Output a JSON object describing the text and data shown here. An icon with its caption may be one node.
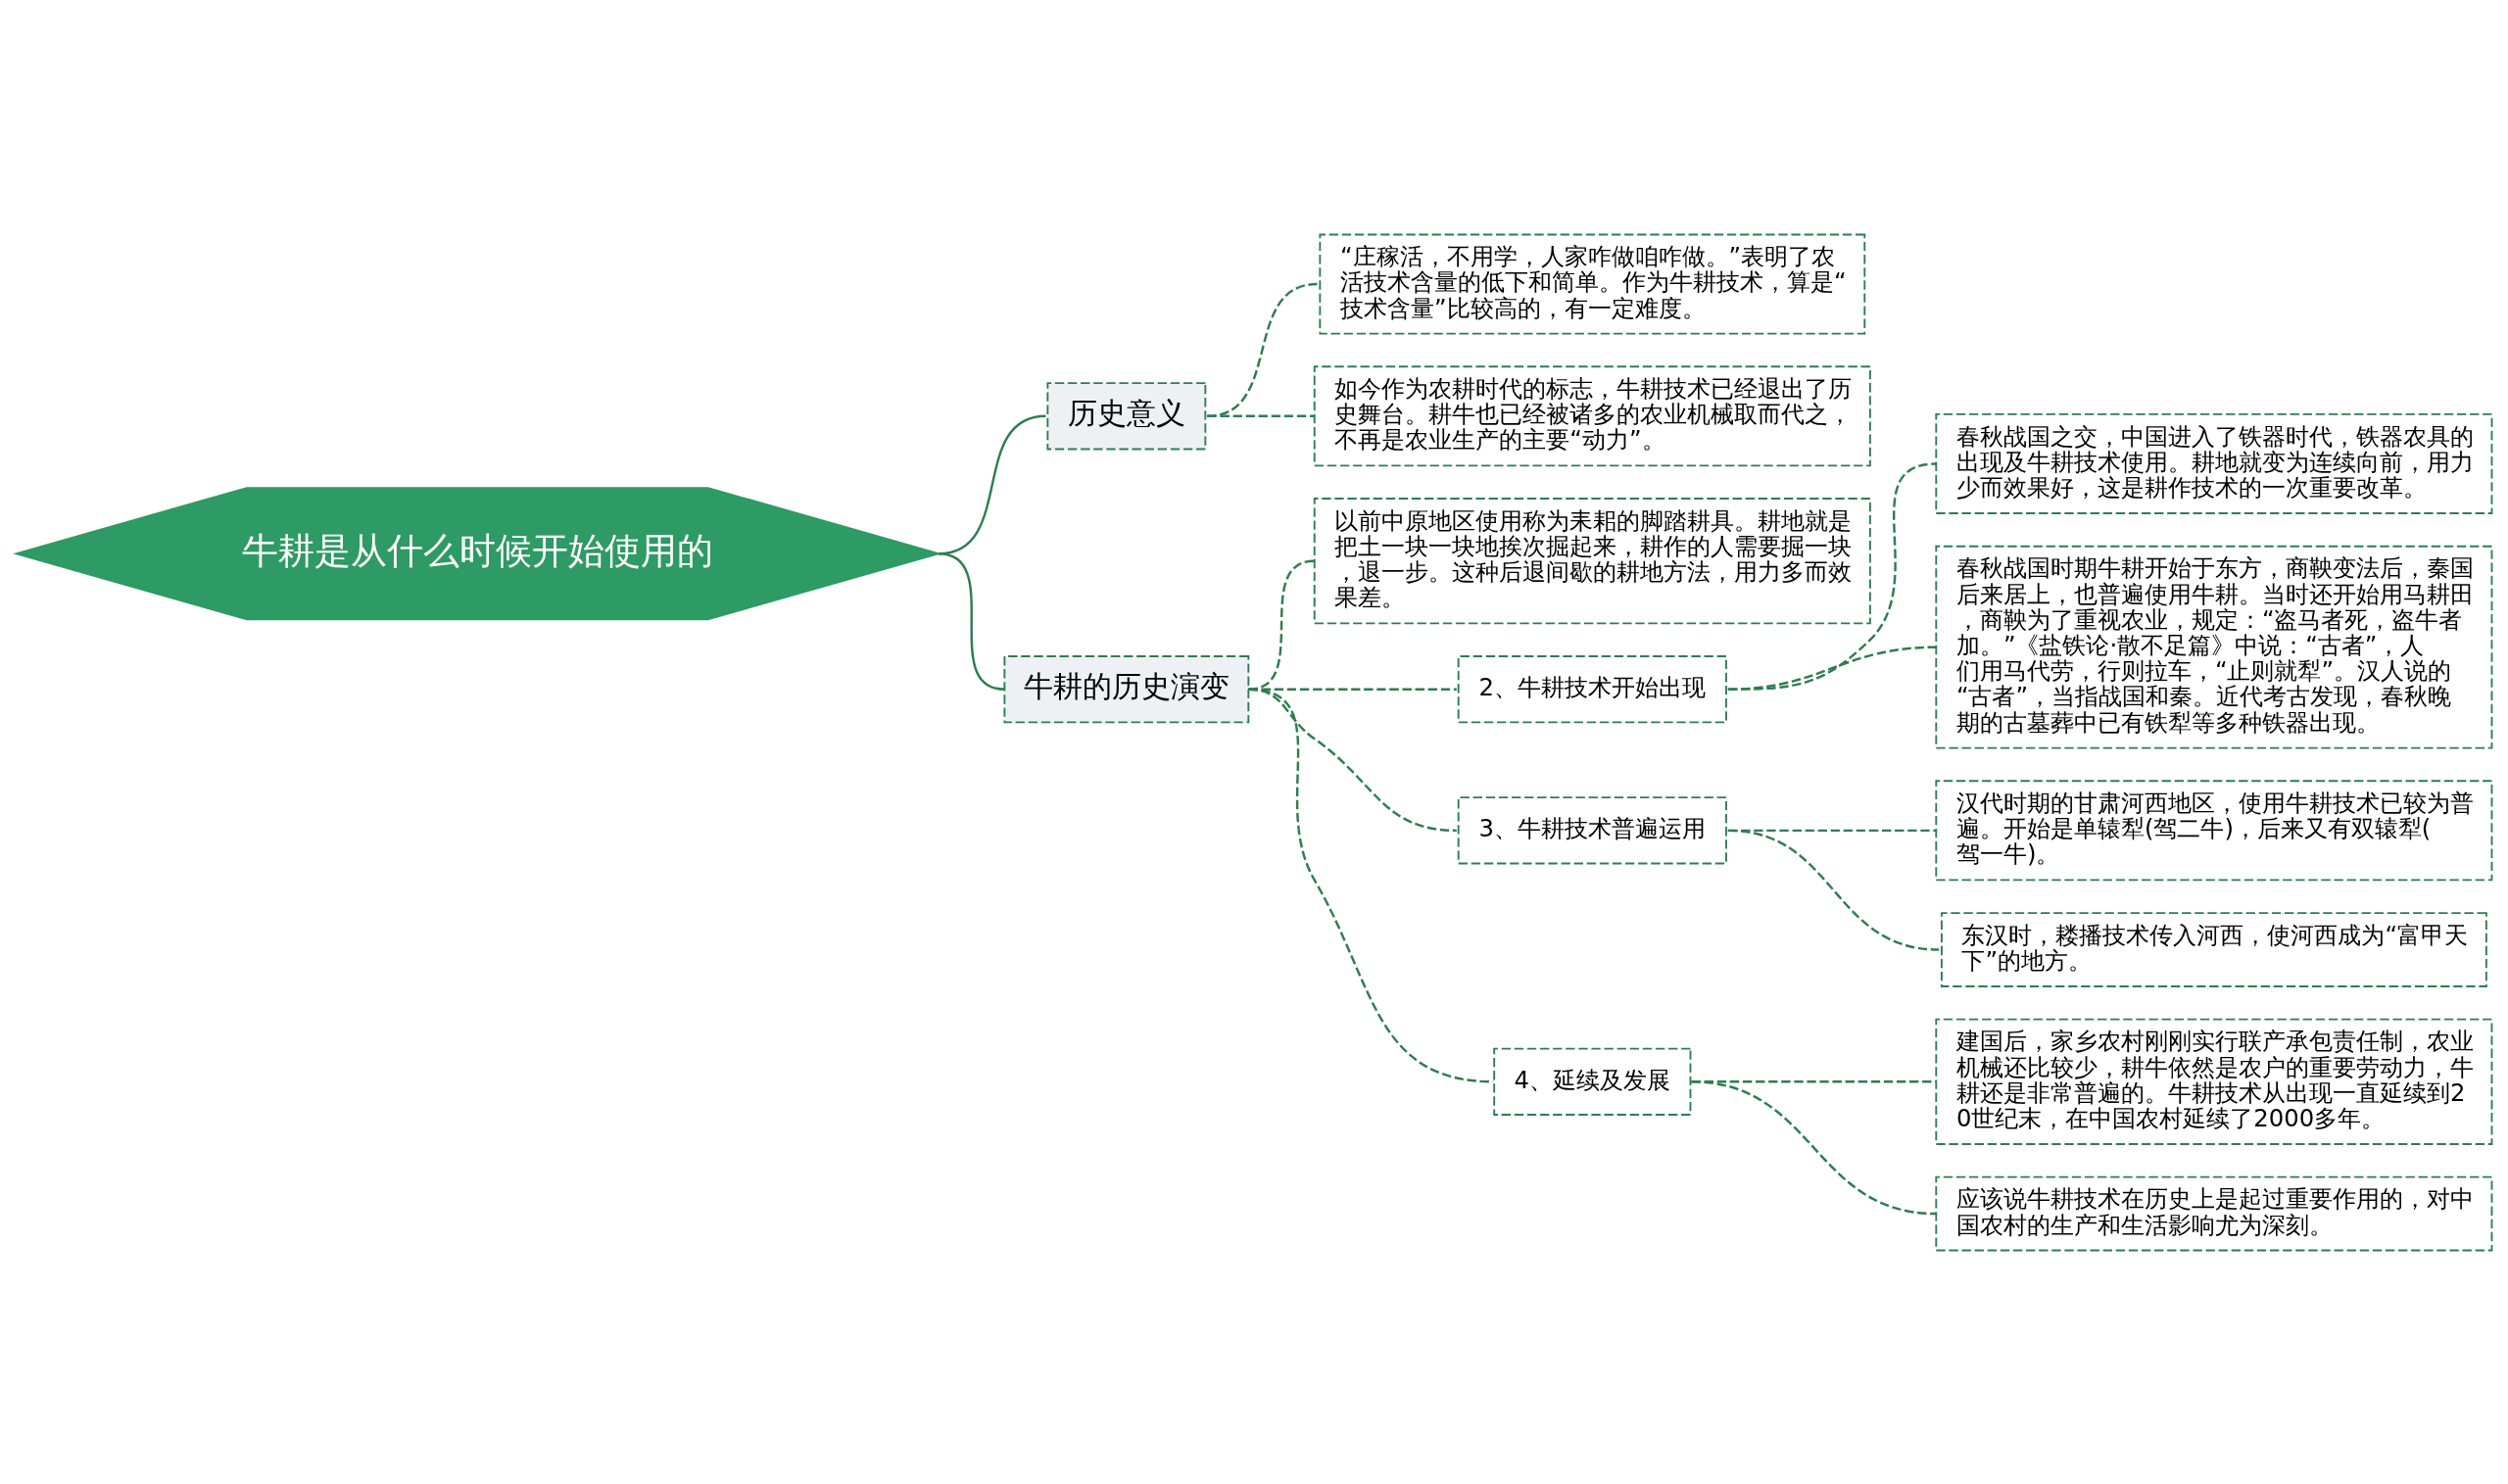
{
  "diagram": {
    "nodes": [
      {
        "text": [
          "牛耕是从什么时候开始使用的"
        ]
      },
      {
        "text": [
          "历史意义"
        ]
      },
      {
        "text": [
          "“庄稼活，不用学，人家咋做咱咋做。”表明了农活技术含量的低下和简单。作为牛耕技术，算是“技术含量”比较高的，有一定难度。"
        ]
      },
      {
        "text": [
          "如今作为农耕时代的标志，牛耕技术已经退出了历史舞台。耕牛也已经被诸多的农业机械取而代之，不再是农业生产的主要“动力”。"
        ]
      },
      {
        "text": [
          "牛耕的历史演变"
        ]
      },
      {
        "text": [
          "以前中原地区使用称为耒耜的脚踏耕具。耕地就是把土一块一块地挨次掘起来，耕作的人需要掘一块，退一步。这种后退间歇的耕地方法，用力多而效果差。"
        ]
      },
      {
        "text": [
          "2、牛耕技术开始出现"
        ]
      },
      {
        "text": [
          "春秋战国之交，中国进入了铁器时代，铁器农具的出现及牛耕技术使用。耕地就变为连续向前，用力少而效果好，这是耕作技术的一次重要改革。"
        ]
      },
      {
        "text": [
          "春秋战国时期牛耕开始于东方，商鞅变法后，秦国后来居上，也普遍使用牛耕。当时还开始用马耕田，商鞅为了重视农业，规定：“盗马者死，盗牛者加。”《盐铁论·散不足篇》中说：“古者”，人们用马代劳，行则拉车，“止则就犁”。汉人说的“古者”，当指战国和秦。近代考古发现，春秋晚期的古墓葬中已有铁犁等多种铁器出现。"
        ]
      },
      {
        "text": [
          "3、牛耕技术普遍运用"
        ]
      },
      {
        "text": [
          "汉代时期的甘肃河西地区，使用牛耕技术已较为普遍。开始是单辕犁(驾二牛)，后来又有双辕犁(驾一牛)。"
        ]
      },
      {
        "text": [
          "东汉时，耧播技术传入河西，使河西成为“富甲天下”的地方。"
        ]
      },
      {
        "text": [
          "4、延续及发展"
        ]
      },
      {
        "text": [
          "建国后，家乡农村刚刚实行联产承包责任制，农业机械还比较少，耕牛依然是农户的重要劳动力，牛耕还是非常普遍的。牛耕技术从出现一直延续到20世纪末，在中国农村延续了2000多年。"
        ]
      },
      {
        "text": [
          "应该说牛耕技术在历史上是起过重要作用的，对中国农村的生产和生活影响尤为深刻。"
        ]
      }
    ],
    "edges": [
      {
        "from": 0,
        "to": 1,
        "arrow": "none"
      },
      {
        "from": 1,
        "to": 2,
        "arrow": "none",
        "style": "dashed"
      },
      {
        "from": 1,
        "to": 3,
        "arrow": "none",
        "style": "dashed"
      },
      {
        "from": 0,
        "to": 4,
        "arrow": "none"
      },
      {
        "from": 4,
        "to": 5,
        "arrow": "none",
        "style": "dashed"
      },
      {
        "from": 4,
        "to": 6,
        "arrow": "none",
        "style": "dashed"
      },
      {
        "from": 6,
        "to": 7,
        "arrow": "none",
        "style": "dashed"
      },
      {
        "from": 6,
        "to": 8,
        "arrow": "none",
        "style": "dashed"
      },
      {
        "from": 4,
        "to": 9,
        "arrow": "none",
        "style": "dashed"
      },
      {
        "from": 9,
        "to": 10,
        "arrow": "none",
        "style": "dashed"
      },
      {
        "from": 9,
        "to": 11,
        "arrow": "none",
        "style": "dashed"
      },
      {
        "from": 4,
        "to": 12,
        "arrow": "none",
        "style": "dashed"
      },
      {
        "from": 12,
        "to": 13,
        "arrow": "none",
        "style": "dashed"
      },
      {
        "from": 12,
        "to": 14,
        "arrow": "none",
        "style": "dashed"
      }
    ]
  }
}
